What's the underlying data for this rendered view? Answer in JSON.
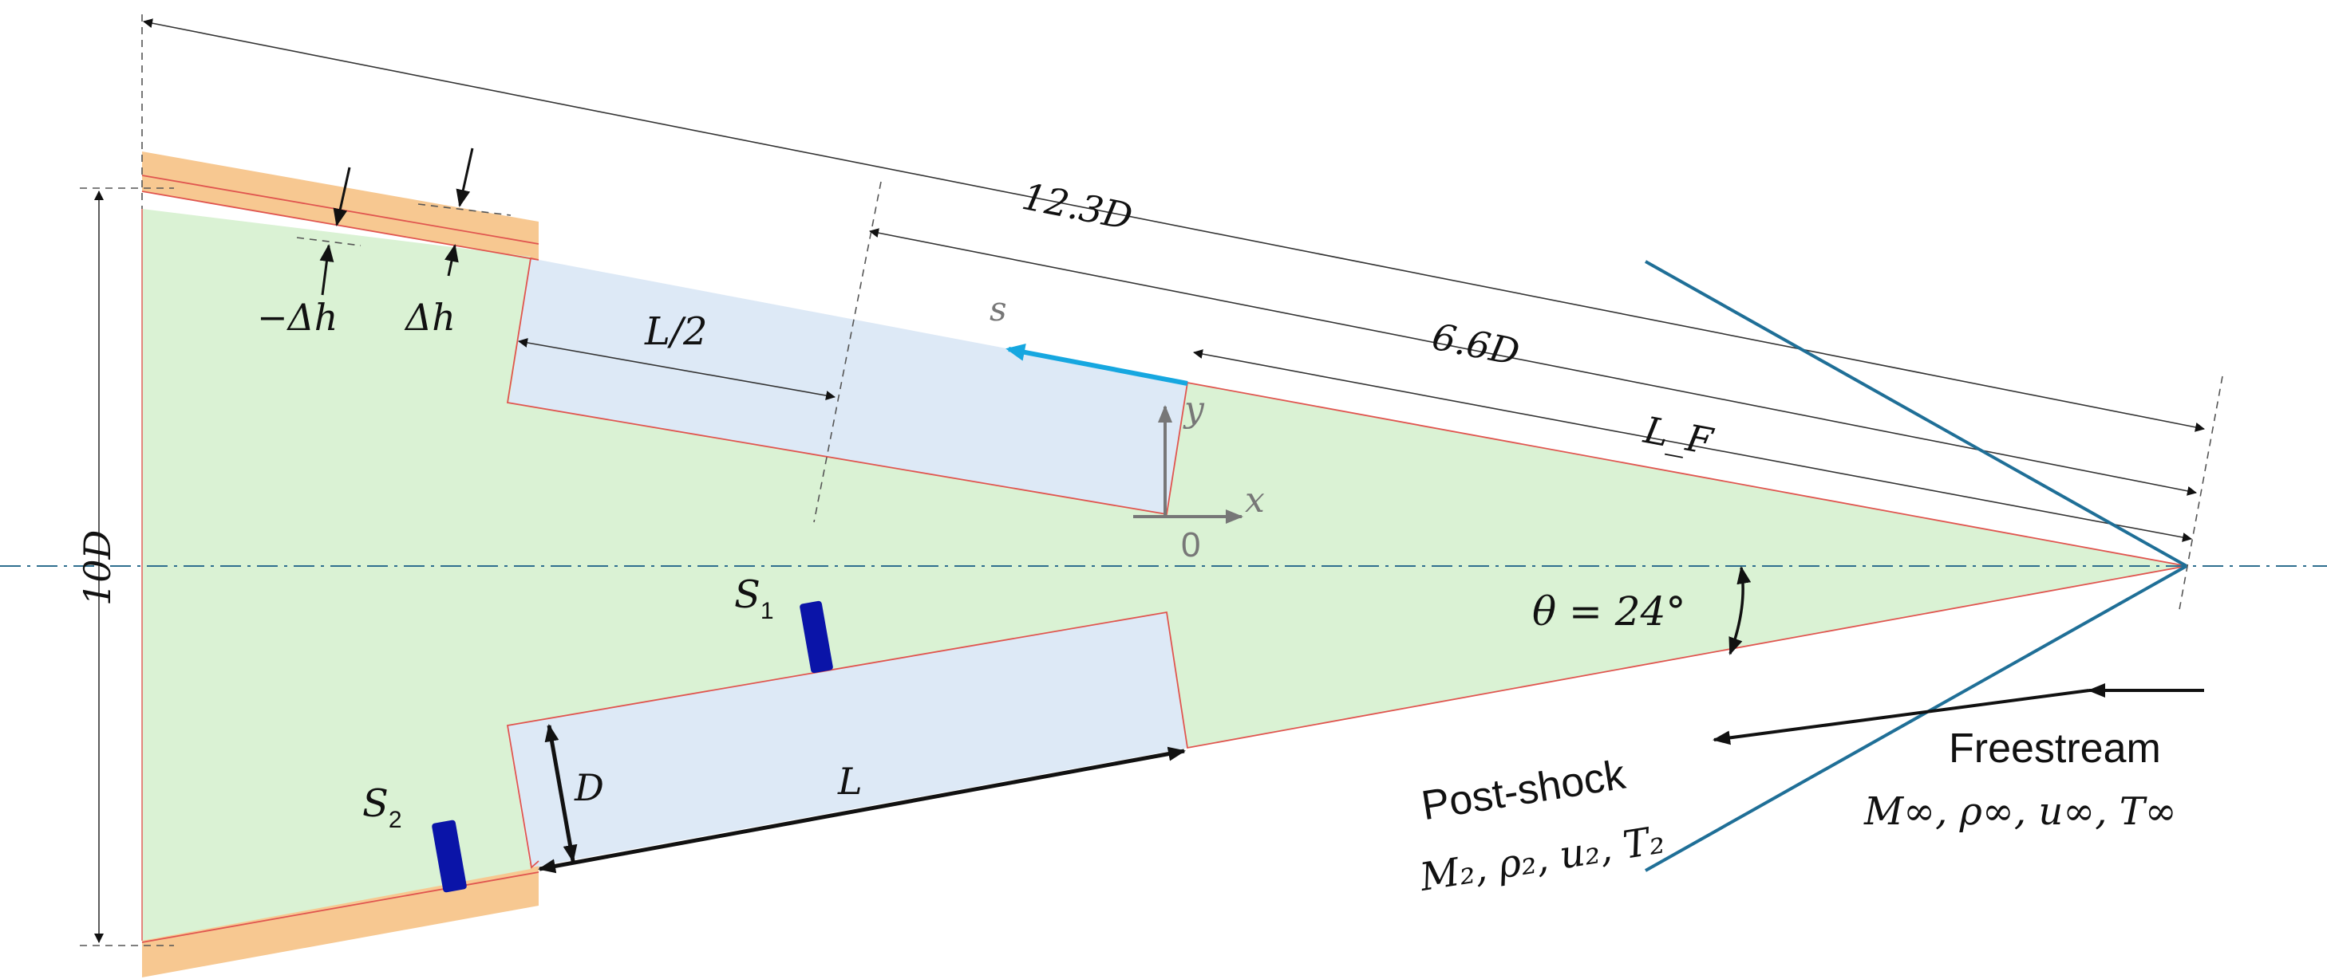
{
  "labels": {
    "overall_length": "12.3D",
    "cavity_distance": "6.6D",
    "forebody_length": "L_F",
    "height": "10D",
    "half_cavity": "L/2",
    "neg_delta_h": "−Δh",
    "delta_h": "Δh",
    "s_axis": "s",
    "x_axis": "x",
    "y_axis": "y",
    "origin": "0",
    "sensor_1": "S",
    "sensor_1_sub": "1",
    "sensor_2": "S",
    "sensor_2_sub": "2",
    "cavity_depth": "D",
    "cavity_length": "L",
    "angle": "θ = 24°",
    "post_shock_title": "Post-shock",
    "post_shock_vars": "M₂, ρ₂, u₂, T₂",
    "freestream_title": "Freestream",
    "freestream_vars": "M∞, ρ∞, u∞, T∞"
  },
  "colors": {
    "forebody": "#daf2d4",
    "cavity": "#dde9f6",
    "afterbody": "#f7c891",
    "shock": "#1f6f97",
    "s_arrow": "#16a7e0",
    "sensor": "#0a14a8",
    "outline": "#e0554f",
    "axis_gray": "#777777"
  }
}
